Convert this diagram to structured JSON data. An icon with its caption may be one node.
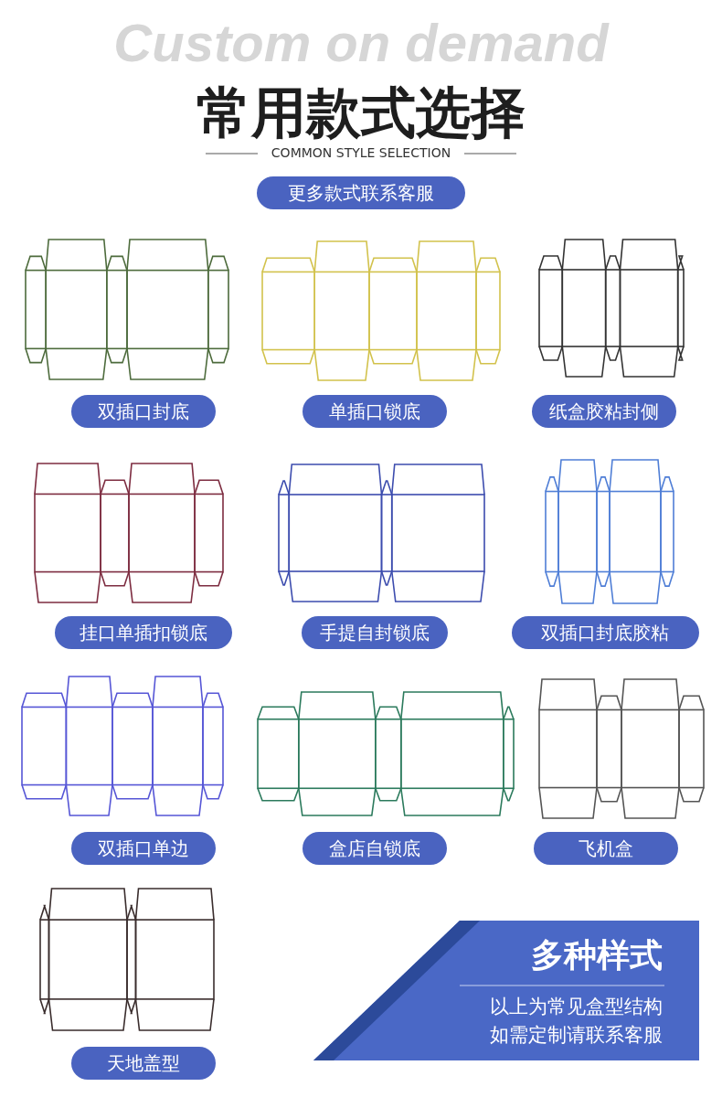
{
  "diagram": {
    "title": "常用款式选择",
    "nodes": [
      {
        "text": [
          "更多款式联系客服"
        ]
      },
      {
        "text": [
          "双插口封底"
        ]
      },
      {
        "text": [
          "单插口锁底"
        ]
      },
      {
        "text": [
          "纸盒胶粘封侧"
        ]
      },
      {
        "text": [
          "挂口单插扣锁底"
        ]
      },
      {
        "text": [
          "手提自封锁底"
        ]
      },
      {
        "text": [
          "双插口封底胶粘"
        ]
      },
      {
        "text": [
          "双插口单边"
        ]
      },
      {
        "text": [
          "盒店自锁底"
        ]
      },
      {
        "text": [
          "飞机盒"
        ]
      },
      {
        "text": [
          "天地盖型"
        ]
      },
      {
        "text": [
          "多种样式",
          "以上为常见盒型结构",
          "如需定制请联系客服"
        ]
      }
    ],
    "labels": [
      "Custom on demand",
      "COMMON STYLE SELECTION"
    ]
  }
}
